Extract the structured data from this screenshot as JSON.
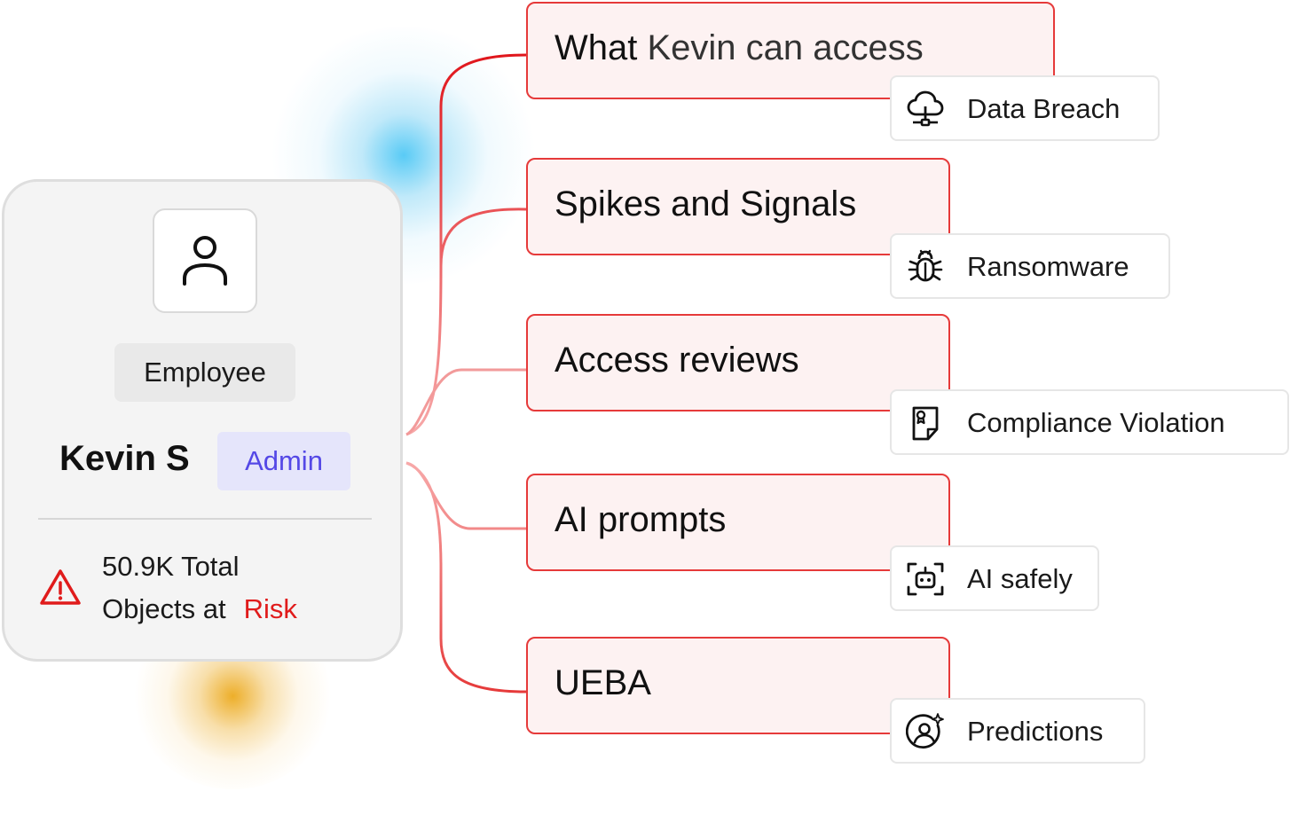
{
  "profile": {
    "role": "Employee",
    "name": "Kevin S",
    "badge": "Admin",
    "risk_line1": "50.9K Total",
    "risk_line2": "Objects at",
    "risk_word": "Risk"
  },
  "topics": [
    {
      "label_strong": "What",
      "label_rest": " Kevin can access",
      "tag": "Data Breach",
      "icon": "cloud-network-icon"
    },
    {
      "label_strong": "Spikes and Signals",
      "label_rest": "",
      "tag": "Ransomware",
      "icon": "bug-icon"
    },
    {
      "label_strong": "Access reviews",
      "label_rest": "",
      "tag": "Compliance Violation",
      "icon": "document-badge-icon"
    },
    {
      "label_strong": "AI prompts",
      "label_rest": "",
      "tag": "AI safely",
      "icon": "robot-scan-icon"
    },
    {
      "label_strong": "UEBA",
      "label_rest": "",
      "tag": "Predictions",
      "icon": "user-sparkle-icon"
    }
  ],
  "colors": {
    "accent_red": "#e63a3a",
    "connector_pink": "#f29a9a",
    "admin_purple": "#5448e6",
    "risk_red": "#e01b1b",
    "glow_blue": "#50c8f5",
    "glow_orange": "#ecaa1e"
  }
}
